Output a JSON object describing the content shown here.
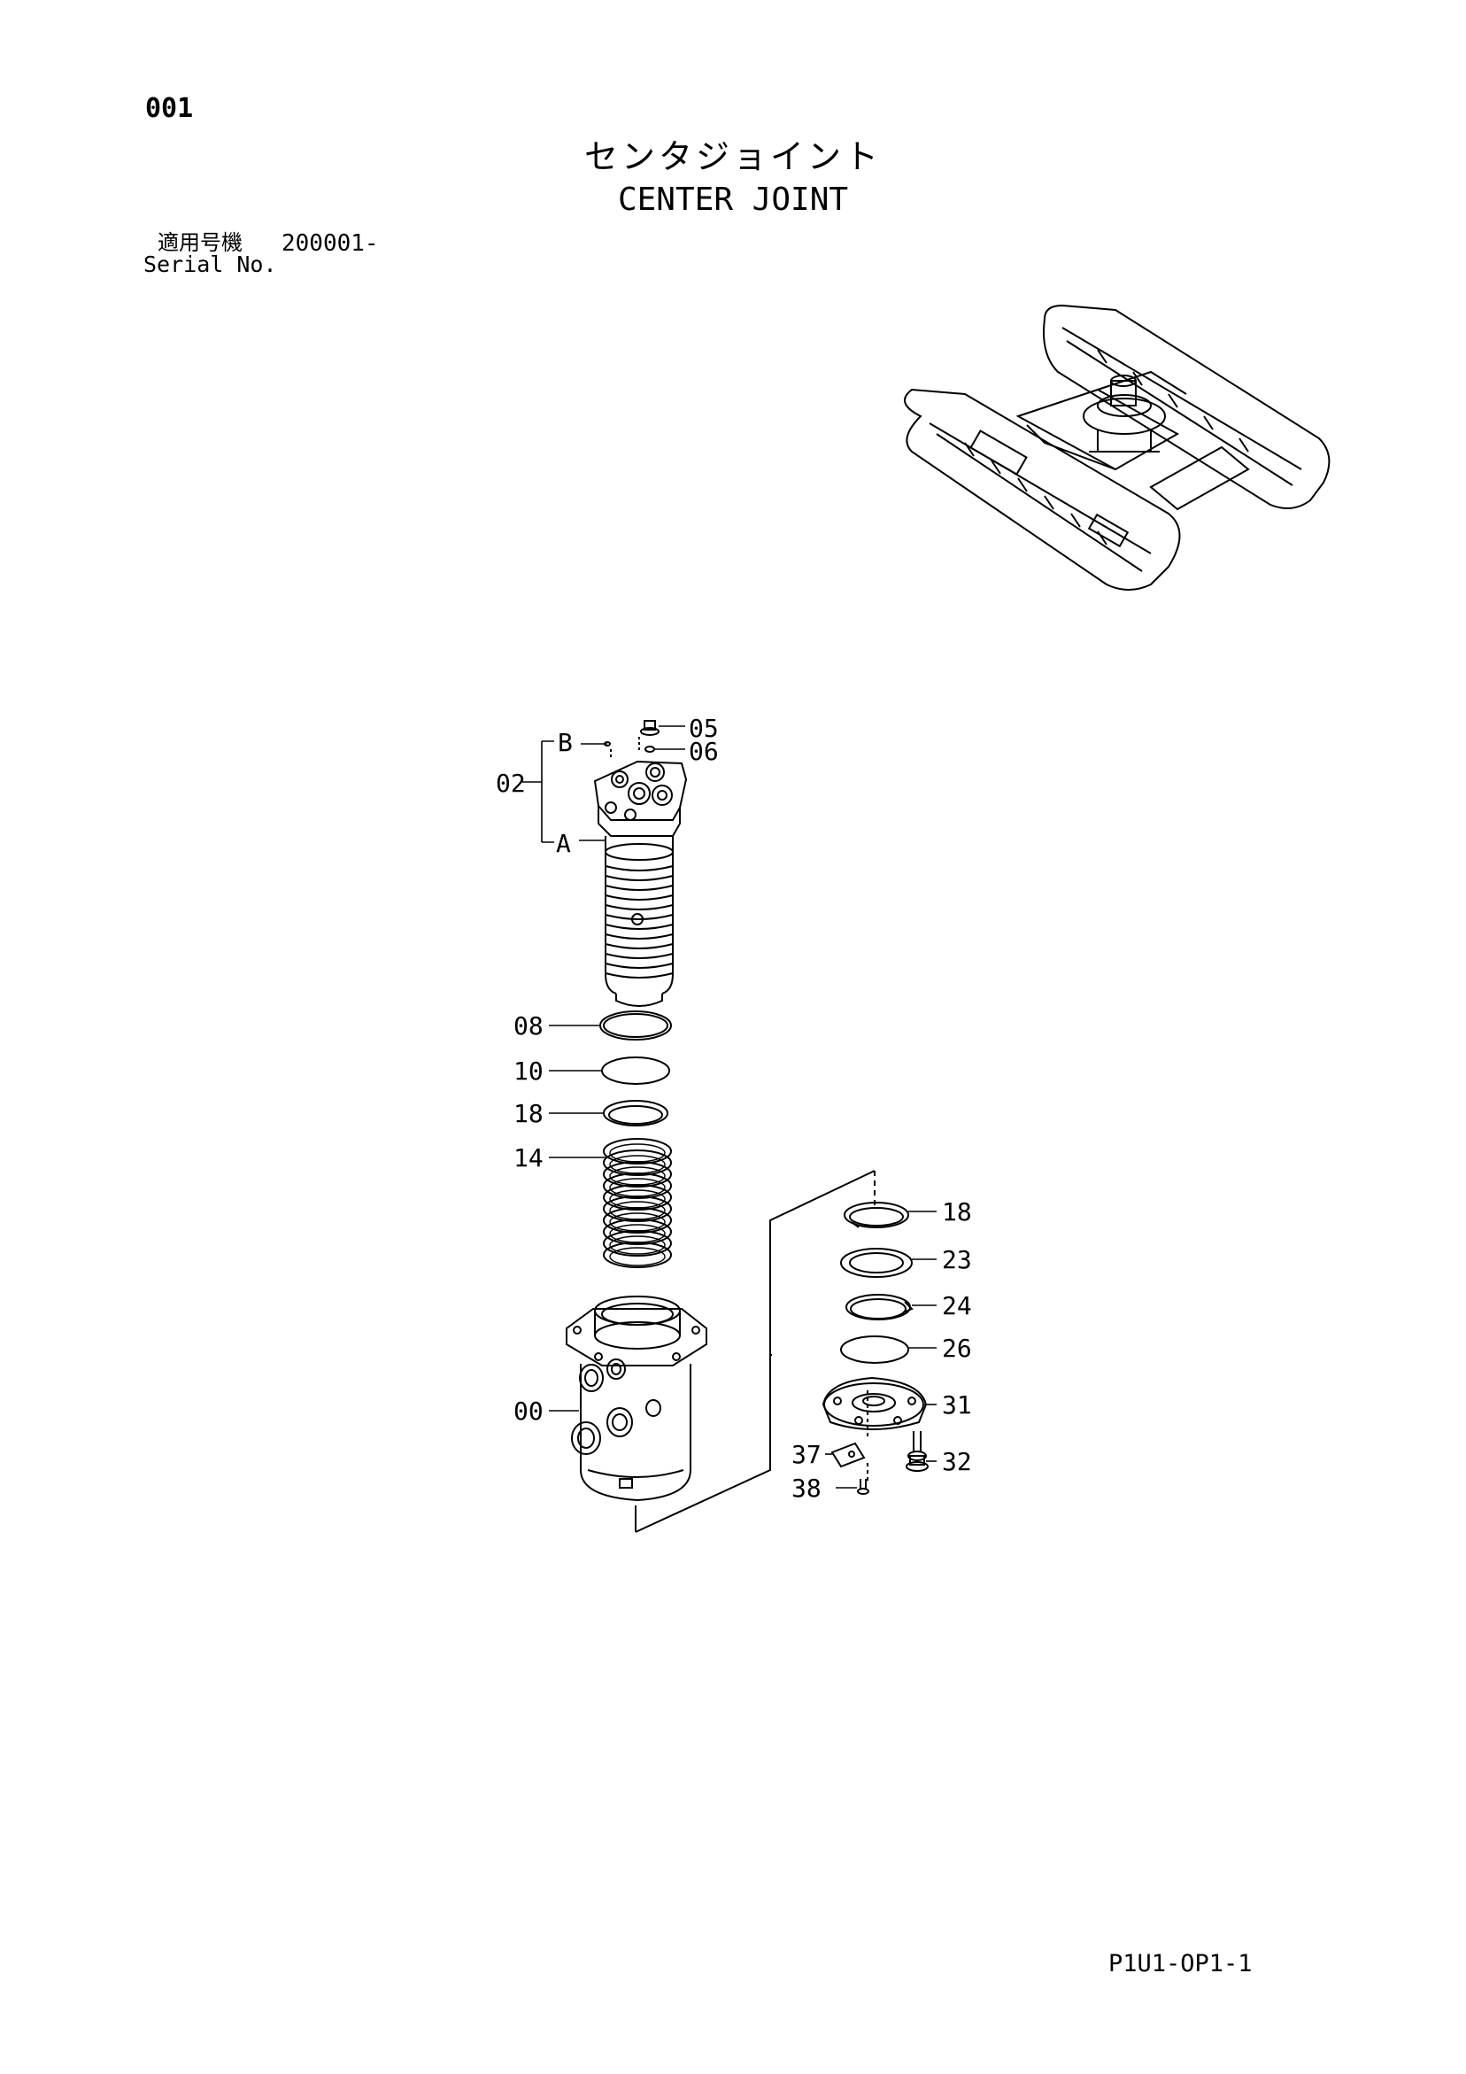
{
  "page_number": "001",
  "title_jp": "センタジョイント",
  "title_en": "CENTER JOINT",
  "serial": {
    "label_jp": "適用号機",
    "label_en": "Serial No.",
    "value": "200001-"
  },
  "callouts": {
    "c05": "05",
    "c06": "06",
    "c02": "02",
    "cB": "B",
    "cA": "A",
    "c08": "08",
    "c10": "10",
    "c18a": "18",
    "c14": "14",
    "c00": "00",
    "c18b": "18",
    "c23": "23",
    "c24": "24",
    "c26": "26",
    "c31": "31",
    "c32": "32",
    "c37": "37",
    "c38": "38"
  },
  "footer_code": "P1U1-OP1-1"
}
